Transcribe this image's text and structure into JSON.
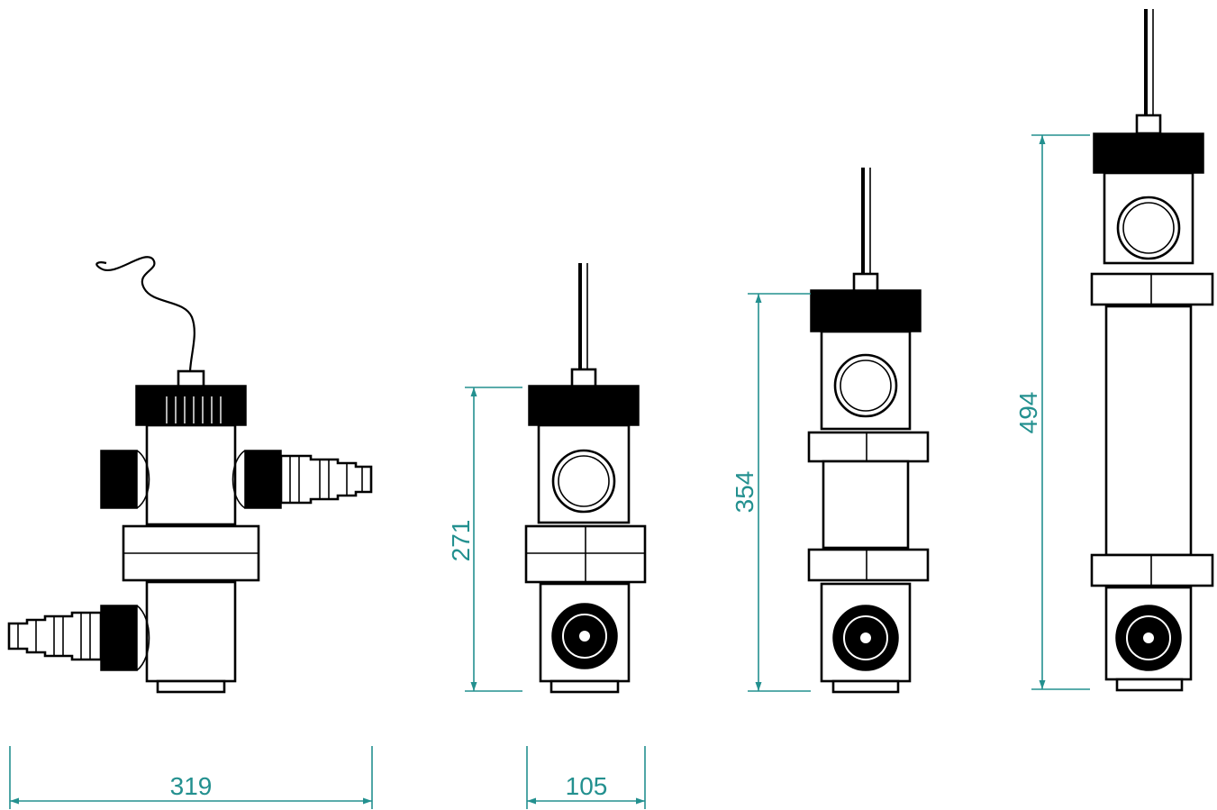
{
  "colors": {
    "dimension": "#23908f",
    "outline": "#000000",
    "background": "#ffffff"
  },
  "dimensions": {
    "width_side": "319",
    "width_front": "105",
    "height_small": "271",
    "height_medium": "354",
    "height_large": "494"
  }
}
